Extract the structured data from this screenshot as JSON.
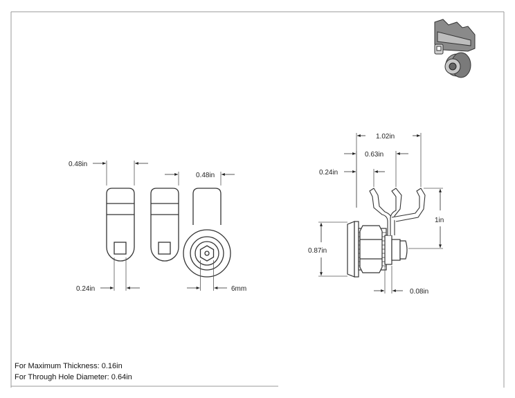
{
  "dimensions": {
    "front_left_width": "0.48in",
    "front_mid_width": "0.48in",
    "front_bottom_offset": "0.24in",
    "hex_size": "6mm",
    "side_overall_length": "1.02in",
    "side_mid_length": "0.63in",
    "side_left_offset": "0.24in",
    "side_height": "1in",
    "side_body_height": "0.87in",
    "side_bottom_gap": "0.08in"
  },
  "notes": {
    "max_thickness": "For Maximum Thickness: 0.16in",
    "through_hole": "For Through Hole Diameter: 0.64in"
  }
}
